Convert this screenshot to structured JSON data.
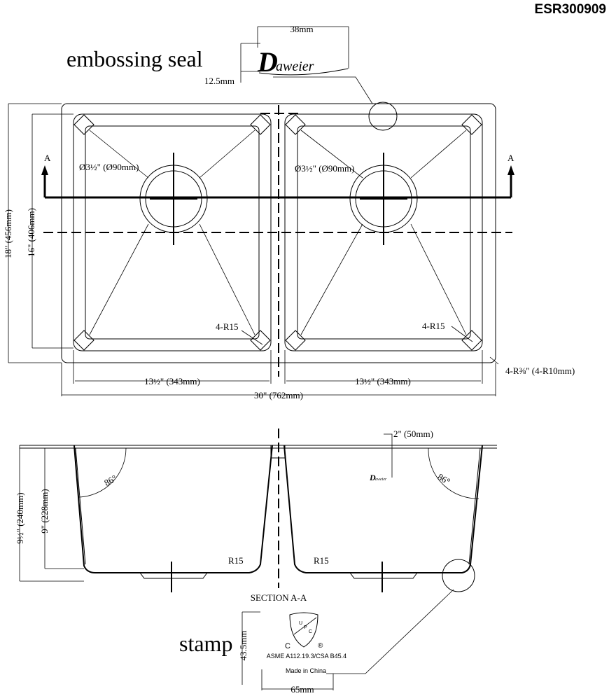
{
  "model_number": "ESR300909",
  "seal": {
    "label": "embossing seal",
    "logo_text": "Daweier",
    "width_dim": "38mm",
    "height_dim": "12.5mm"
  },
  "plan_view": {
    "section_marker": "A",
    "drain_left": "Ø3½\" (Ø90mm)",
    "drain_right": "Ø3½\" (Ø90mm)",
    "corner_radius_left": "4-R15",
    "corner_radius_right": "4-R15",
    "outer_corner_radius": "4-R⅜\" (4-R10mm)",
    "overall_depth": "18\" (456mm)",
    "bowl_depth": "16\" (406mm)",
    "bowl_width_left": "13½\" (343mm)",
    "bowl_width_right": "13½\" (343mm)",
    "overall_width": "30\" (762mm)"
  },
  "section_view": {
    "flange_dim": "2\" (50mm)",
    "angle_left": "86°",
    "angle_right": "86°",
    "overall_height": "9½\" (240mm)",
    "bowl_height": "9\" (228mm)",
    "radius_left": "R15",
    "radius_right": "R15",
    "section_label": "SECTION A-A",
    "small_logo": "Daweier"
  },
  "stamp": {
    "label": "stamp",
    "height_dim": "43.5mm",
    "width_dim": "65mm",
    "cert_text": "ASME A112.19.3/CSA B45.4",
    "origin_text": "Made in China",
    "upc_letters": [
      "U",
      "P",
      "C"
    ],
    "c_mark": "C",
    "r_mark": "®"
  }
}
